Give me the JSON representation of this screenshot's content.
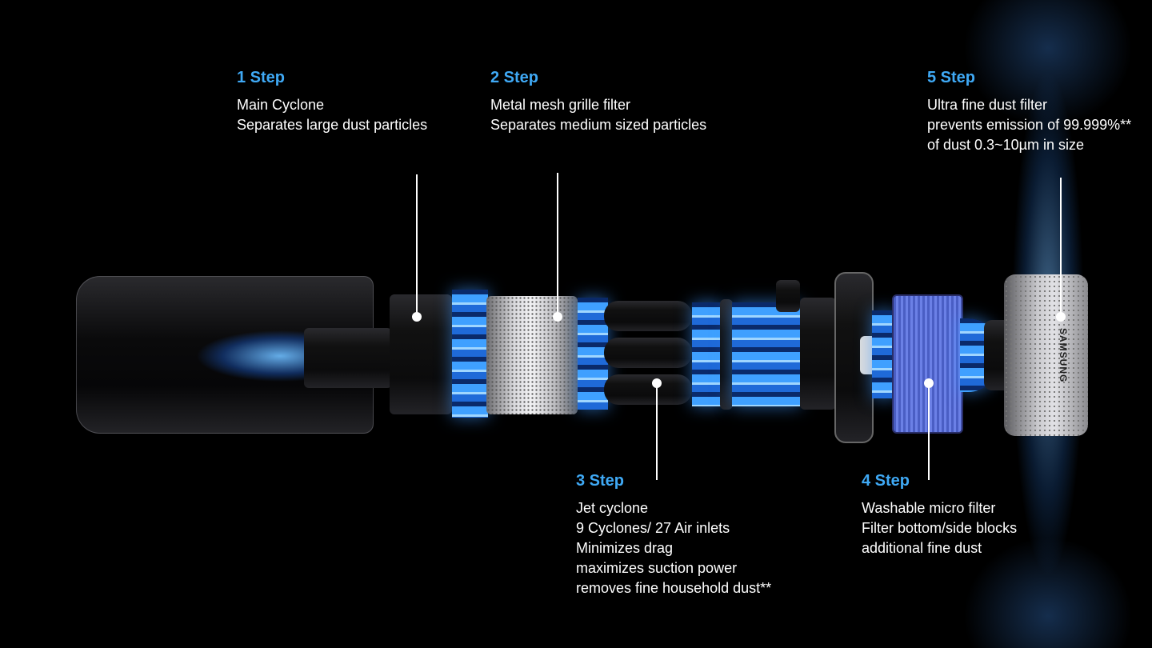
{
  "steps": [
    {
      "title": "1 Step",
      "lines": [
        "Main Cyclone",
        "Separates large dust particles"
      ]
    },
    {
      "title": "2 Step",
      "lines": [
        "Metal mesh grille filter",
        "Separates medium sized particles"
      ]
    },
    {
      "title": "3 Step",
      "lines": [
        "Jet cyclone",
        "9 Cyclones/ 27 Air inlets",
        "Minimizes drag",
        "maximizes suction power",
        "removes fine household dust**"
      ]
    },
    {
      "title": "4 Step",
      "lines": [
        "Washable micro filter",
        "Filter bottom/side blocks",
        "additional fine dust"
      ]
    },
    {
      "title": "5 Step",
      "lines": [
        "Ultra fine dust filter",
        "prevents emission of 99.999%**",
        "of dust  0.3~10µm  in size"
      ]
    }
  ],
  "brand": "SAMSUNG",
  "colors": {
    "accent": "#3fa9f5",
    "airflow": "#3fa0ff"
  }
}
